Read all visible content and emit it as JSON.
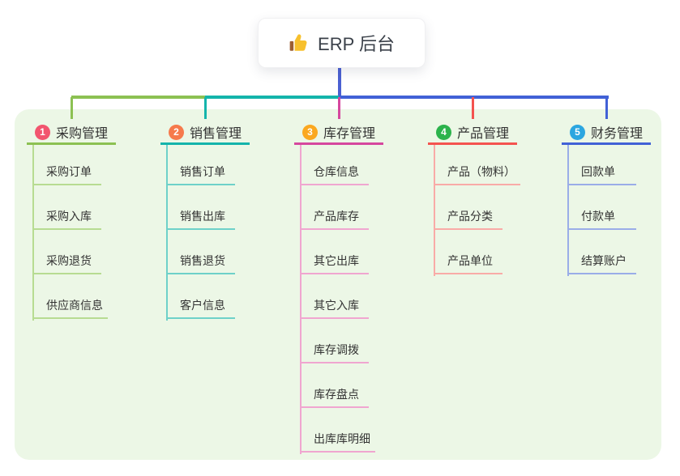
{
  "root": {
    "icon": "thumbs-up-icon",
    "label": "ERP 后台"
  },
  "colors": {
    "page_bg": "#ffffff",
    "panel_bg": "#ecf7e6",
    "root_line": "#4a60d2",
    "text": "#333333"
  },
  "branches": [
    {
      "num": "1",
      "label": "采购管理",
      "badge_color": "#f2556e",
      "line_color": "#8cc152",
      "item_line_color": "#b7dc92",
      "items": [
        "采购订单",
        "采购入库",
        "采购退货",
        "供应商信息"
      ]
    },
    {
      "num": "2",
      "label": "销售管理",
      "badge_color": "#f67a4c",
      "line_color": "#14b4ab",
      "item_line_color": "#6ed1c9",
      "items": [
        "销售订单",
        "销售出库",
        "销售退货",
        "客户信息"
      ]
    },
    {
      "num": "3",
      "label": "库存管理",
      "badge_color": "#fba81f",
      "line_color": "#d6479e",
      "item_line_color": "#f0a6d0",
      "items": [
        "仓库信息",
        "产品库存",
        "其它出库",
        "其它入库",
        "库存调拨",
        "库存盘点",
        "出库库明细"
      ]
    },
    {
      "num": "4",
      "label": "产品管理",
      "badge_color": "#2cb34c",
      "line_color": "#f4534f",
      "item_line_color": "#f9aba7",
      "items": [
        "产品（物料）",
        "产品分类",
        "产品单位"
      ]
    },
    {
      "num": "5",
      "label": "财务管理",
      "badge_color": "#2ba6e0",
      "line_color": "#4161d6",
      "item_line_color": "#9aade8",
      "items": [
        "回款单",
        "付款单",
        "结算账户"
      ]
    }
  ]
}
